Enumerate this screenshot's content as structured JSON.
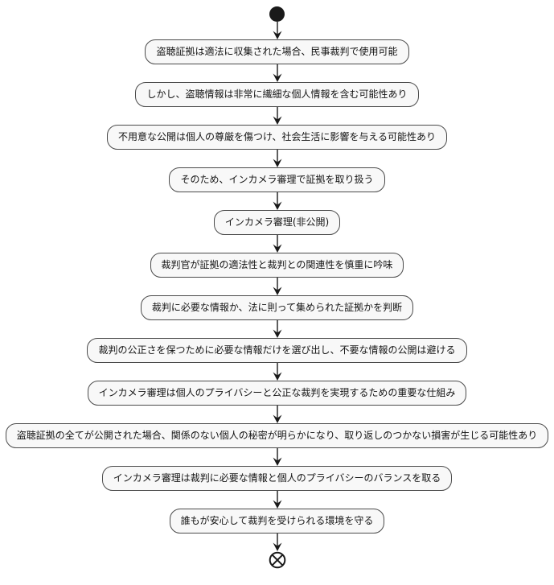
{
  "diagram": {
    "type": "activity-flowchart",
    "direction": "top-down",
    "start_symbol": "filled-circle",
    "end_symbol": "circled-x",
    "colors": {
      "background": "#ffffff",
      "node_fill": "#f8f8f8",
      "node_border": "#4b4b4b",
      "arrow": "#1a1a1a",
      "text": "#141414"
    },
    "nodes": [
      {
        "label": "盗聴証拠は適法に収集された場合、民事裁判で使用可能"
      },
      {
        "label": "しかし、盗聴情報は非常に繊細な個人情報を含む可能性あり"
      },
      {
        "label": "不用意な公開は個人の尊厳を傷つけ、社会生活に影響を与える可能性あり"
      },
      {
        "label": "そのため、インカメラ審理で証拠を取り扱う"
      },
      {
        "label": "インカメラ審理(非公開)"
      },
      {
        "label": "裁判官が証拠の適法性と裁判との関連性を慎重に吟味"
      },
      {
        "label": "裁判に必要な情報か、法に則って集められた証拠かを判断"
      },
      {
        "label": "裁判の公正さを保つために必要な情報だけを選び出し、不要な情報の公開は避ける"
      },
      {
        "label": "インカメラ審理は個人のプライバシーと公正な裁判を実現するための重要な仕組み"
      },
      {
        "label": "盗聴証拠の全てが公開された場合、関係のない個人の秘密が明らかになり、取り返しのつかない損害が生じる可能性あり"
      },
      {
        "label": "インカメラ審理は裁判に必要な情報と個人のプライバシーのバランスを取る"
      },
      {
        "label": "誰もが安心して裁判を受けられる環境を守る"
      }
    ]
  }
}
